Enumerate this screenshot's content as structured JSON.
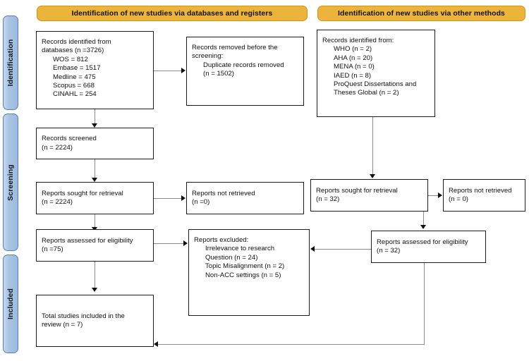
{
  "diagram": {
    "type": "prisma-flow-diagram",
    "stages": [
      {
        "id": "identification",
        "label": "Identification"
      },
      {
        "id": "screening",
        "label": "Screening"
      },
      {
        "id": "included",
        "label": "Included"
      }
    ],
    "section_headers": [
      {
        "id": "databases-registers",
        "title": "Identification of new studies via databases and registers"
      },
      {
        "id": "other-methods",
        "title": "Identification of new studies via other methods"
      }
    ],
    "nodes": {
      "records_identified_databases": "Records identified from\ndatabases (n =3726)\n      WOS = 812\n      Embase = 1517\n      Medline = 475\n      Scopus = 668\n      CINAHL = 254",
      "records_removed": "Records removed before the\nscreening:\n      Duplicate records removed\n      (n = 1502)",
      "records_identified_other": "Records identified from:\n      WHO (n = 2)\n      AHA (n = 20)\n      MENA (n = 0)\n      IAED (n = 8)\n      ProQuest Dissertations and\n      Theses Global (n = 2)",
      "records_screened": "Records screened\n(n = 2224)",
      "reports_sought_db": "Reports sought for retrieval\n(n = 2224)",
      "reports_not_retrieved_db": "Reports not retrieved\n(n =0)",
      "reports_sought_other": "Reports sought for retrieval\n(n = 32)",
      "reports_not_retrieved_other": "Reports not retrieved\n(n = 0)",
      "reports_assessed_db": "Reports assessed for eligibility\n(n =75)",
      "reports_assessed_other": "Reports assessed for eligibility\n(n = 32)",
      "reports_excluded": "Reports excluded:\n      Irrelevance to research\n      Question (n = 24)\n      Topic Misalignment (n = 2)\n      Non-ACC settings (n = 5)",
      "total_included": "Total studies included in the\nreview (n = 7)"
    },
    "colors": {
      "header_fill": "#edb43c",
      "header_border": "#cf9320",
      "stage_fill": "#a9c3e2",
      "stage_border": "#5b7fae",
      "node_border": "#1b1b1b",
      "connector": "#8b8b8b",
      "background": "#ffffff"
    }
  }
}
